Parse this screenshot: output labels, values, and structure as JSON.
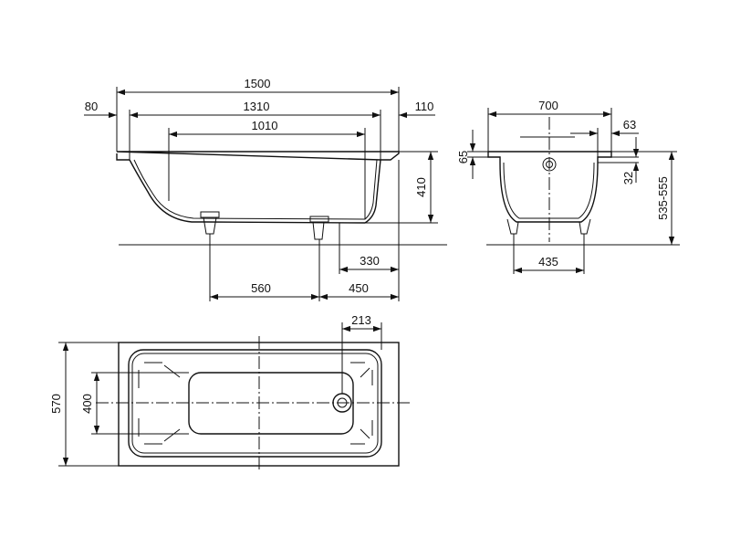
{
  "side_view": {
    "overall_length": "1500",
    "left_rim": "80",
    "inner_length": "1310",
    "right_rim": "110",
    "bottom_length": "1010",
    "height": "410",
    "leg_offset_right": "330",
    "leg_spacing": "560",
    "leg_to_end": "450"
  },
  "end_view": {
    "overall_width": "700",
    "overflow_offset": "63",
    "rim_thickness": "65",
    "rim_drop": "32",
    "installed_height": "535-555",
    "leg_width": "435"
  },
  "top_view": {
    "drain_offset": "213",
    "overall_width": "570",
    "bottom_width": "400"
  }
}
